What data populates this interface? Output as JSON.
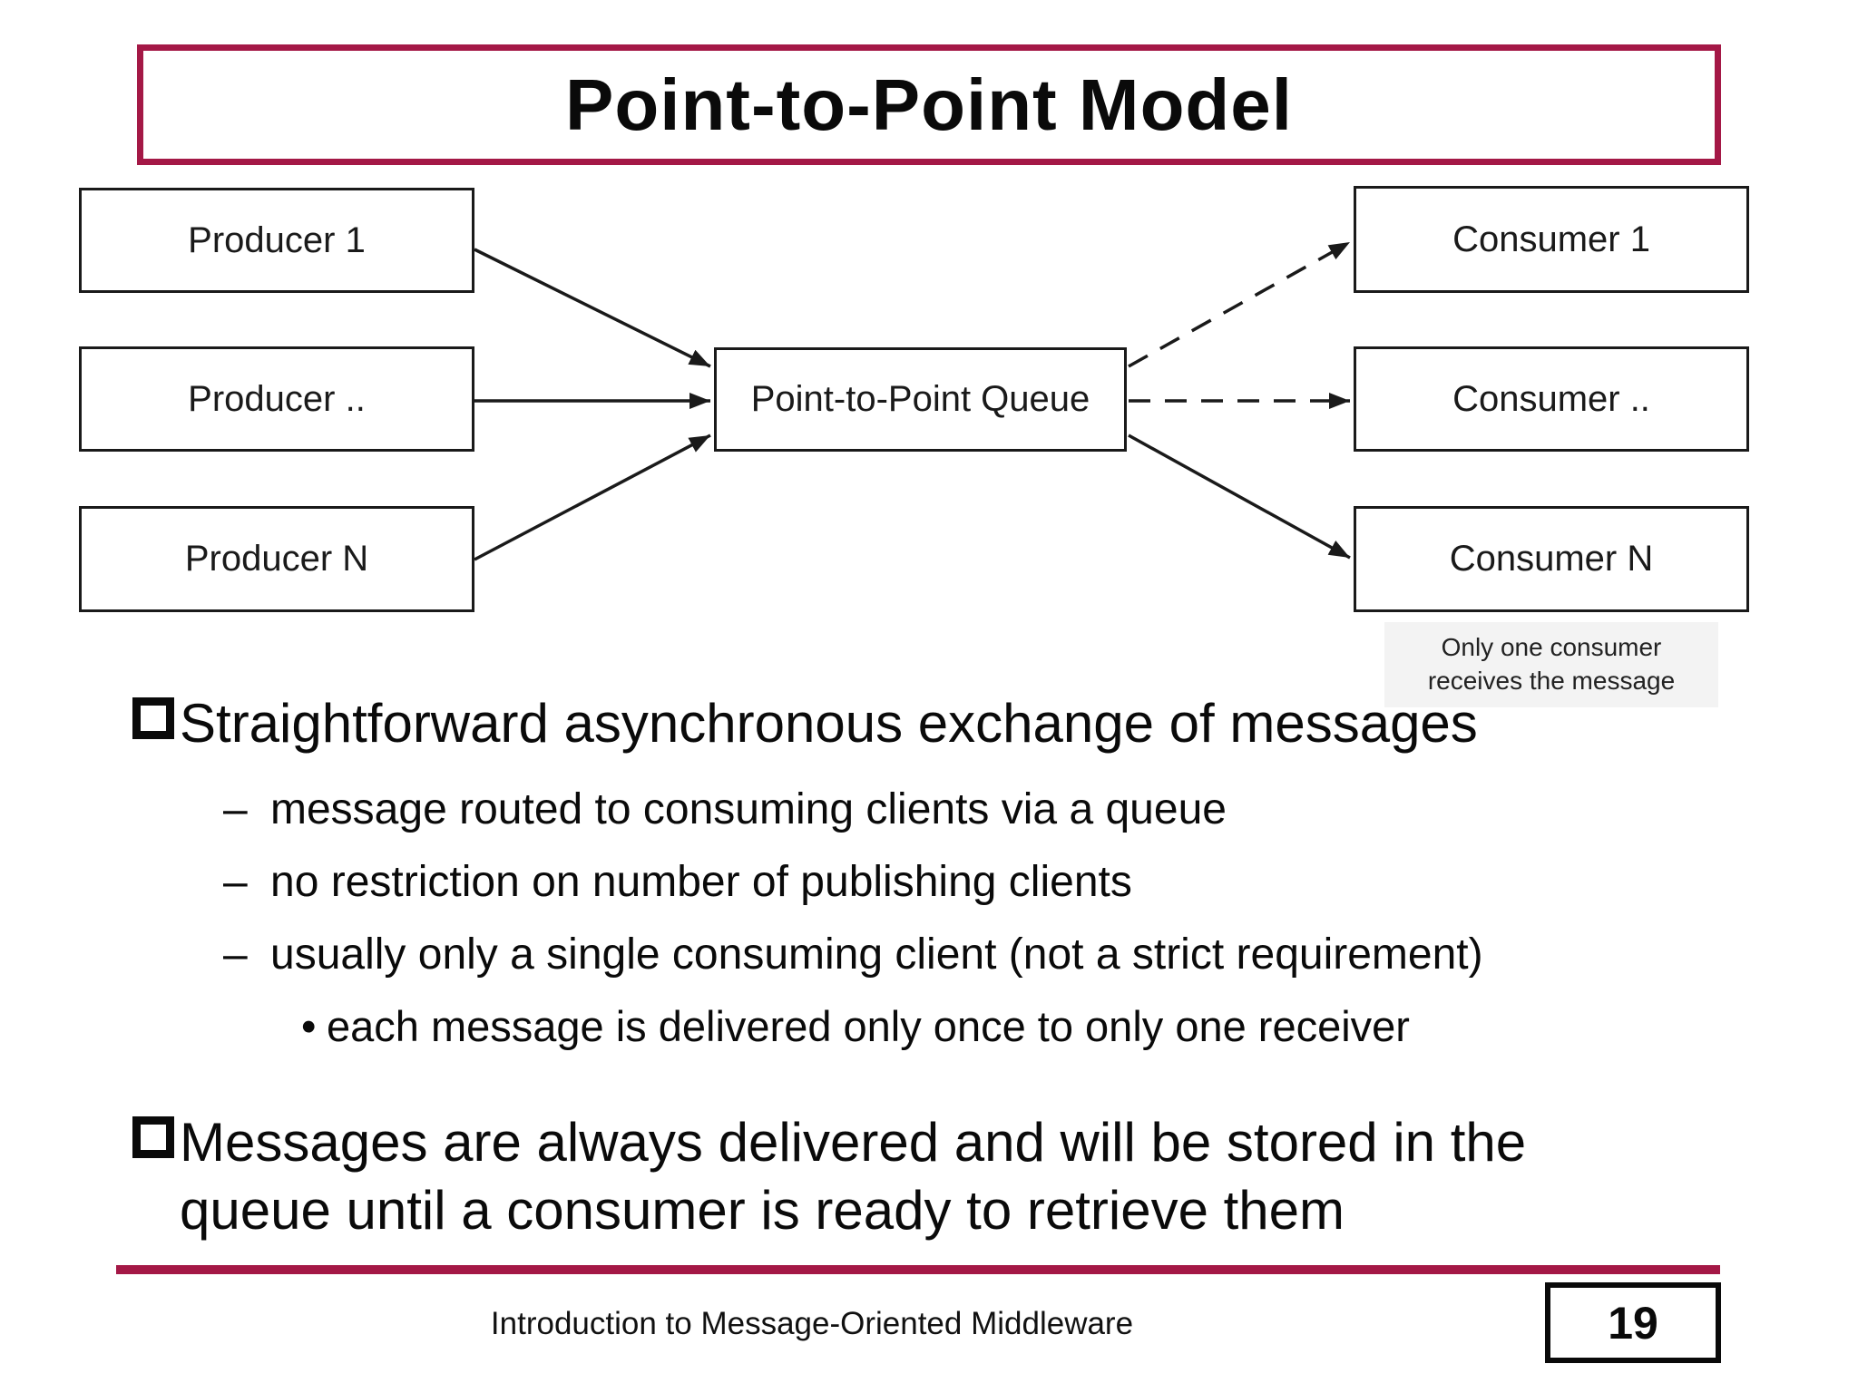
{
  "slide": {
    "title": "Point-to-Point Model",
    "footer_text": "Introduction to Message-Oriented Middleware",
    "page_number": "19"
  },
  "diagram": {
    "producers": [
      "Producer 1",
      "Producer ..",
      "Producer N"
    ],
    "queue_label": "Point-to-Point Queue",
    "consumers": [
      "Consumer 1",
      "Consumer ..",
      "Consumer N"
    ],
    "note_lines": [
      "Only one consumer",
      "receives the message"
    ]
  },
  "content": {
    "markers": {
      "level2_dash": "–",
      "level3_dot": "•"
    },
    "bullet1": "Straightforward asynchronous exchange of messages",
    "bullet1_subs": [
      "message routed to consuming clients via a queue",
      "no restriction on number of publishing clients",
      "usually only a single consuming client (not a strict requirement)"
    ],
    "bullet1_subsub": "each message is delivered only once to only one receiver",
    "bullet2_lines": [
      "Messages are always delivered and will be stored in the",
      "queue until a consumer is ready to retrieve them"
    ]
  },
  "colors": {
    "accent_maroon": "#A41846",
    "note_background": "#F3F3F3",
    "box_border": "#1A1A1A"
  }
}
